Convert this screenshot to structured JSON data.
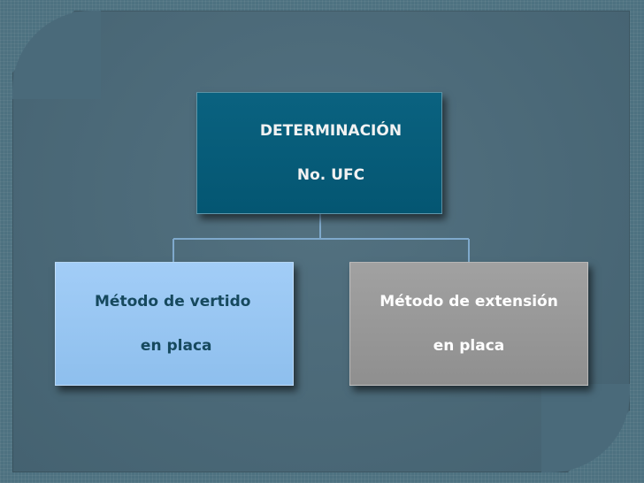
{
  "diagram": {
    "top": {
      "line1": "DETERMINACIÓN",
      "line2": "No. UFC"
    },
    "left": {
      "line1": "Método de vertido",
      "line2": "en placa"
    },
    "right": {
      "line1": "Método de extensión",
      "line2": "en placa"
    }
  },
  "colors": {
    "background": "#4d7180",
    "panel": "#4a6a7a",
    "top_box": "#065a76",
    "left_box": "#96c5f2",
    "right_box": "#999999",
    "connector": "#7fa9cc"
  }
}
